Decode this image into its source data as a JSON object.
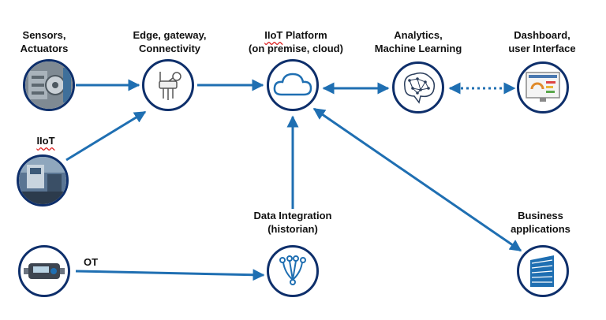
{
  "colors": {
    "arrow": "#1f6fb2",
    "ring": "#0e2f6b",
    "icon": "#1f6fb2"
  },
  "labels": {
    "sensors": "Sensors,\nActuators",
    "edge": "Edge, gateway,\nConnectivity",
    "platform_prefix": "IIoT",
    "platform_rest": " Platform\n(on premise, cloud)",
    "analytics": "Analytics,\nMachine Learning",
    "dashboard": "Dashboard,\nuser Interface",
    "iiot": "IIoT",
    "data_integration": "Data Integration\n(historian)",
    "business": "Business\napplications",
    "ot": "OT"
  },
  "icons": {
    "sensors": "machinery-photo-icon",
    "edge": "gateway-sensor-icon",
    "platform": "cloud-icon",
    "analytics": "brain-network-icon",
    "dashboard": "dashboard-screen-icon",
    "iiot": "industrial-plant-photo-icon",
    "ot": "meter-device-icon",
    "data_integration": "data-merge-icon",
    "business": "office-building-icon"
  }
}
